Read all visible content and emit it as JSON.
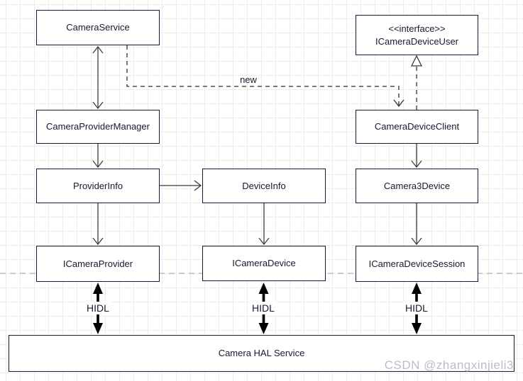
{
  "nodes": {
    "camera_service": {
      "label": "CameraService"
    },
    "icamera_device_user": {
      "stereotype": "<<interface>>",
      "label": "ICameraDeviceUser"
    },
    "camera_provider_manager": {
      "label": "CameraProviderManager"
    },
    "camera_device_client": {
      "label": "CameraDeviceClient"
    },
    "provider_info": {
      "label": "ProviderInfo"
    },
    "device_info": {
      "label": "DeviceInfo"
    },
    "camera3_device": {
      "label": "Camera3Device"
    },
    "icamera_provider": {
      "label": "ICameraProvider"
    },
    "icamera_device": {
      "label": "ICameraDevice"
    },
    "icamera_device_session": {
      "label": "ICameraDeviceSession"
    },
    "camera_hal_service": {
      "label": "Camera HAL Service"
    }
  },
  "edge_labels": {
    "new": "new",
    "hidl": "HIDL"
  },
  "watermark": {
    "text": "CSDN @zhangxinjieli3"
  },
  "colors": {
    "box_border": "#17173a",
    "box_text": "#18182f",
    "thin_edge": "#3c3c3c",
    "thick_arrow": "#000000",
    "boundary_dashed": "#b3b3b3",
    "watermark": "#bdbdc2",
    "grid": "#ececec"
  }
}
